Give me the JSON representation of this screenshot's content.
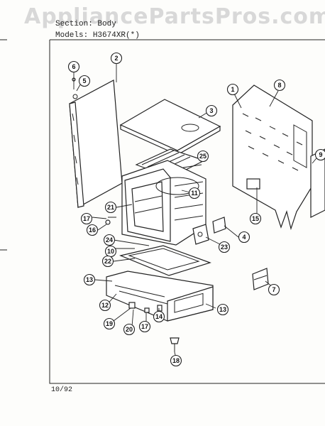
{
  "watermark": "AppliancePartsPros.com",
  "header": {
    "section_label": "Section:",
    "section_value": "Body",
    "models_label": "Models:",
    "models_value": "H3674XR(*)"
  },
  "footer": {
    "date": "10/92"
  },
  "callouts": [
    {
      "id": "c1",
      "label": "1"
    },
    {
      "id": "c2",
      "label": "2"
    },
    {
      "id": "c3",
      "label": "3"
    },
    {
      "id": "c4",
      "label": "4"
    },
    {
      "id": "c5",
      "label": "5"
    },
    {
      "id": "c6",
      "label": "6"
    },
    {
      "id": "c7",
      "label": "7"
    },
    {
      "id": "c8",
      "label": "8"
    },
    {
      "id": "c9",
      "label": "9"
    },
    {
      "id": "c10",
      "label": "10"
    },
    {
      "id": "c11",
      "label": "11"
    },
    {
      "id": "c12",
      "label": "12"
    },
    {
      "id": "c13a",
      "label": "13"
    },
    {
      "id": "c13b",
      "label": "13"
    },
    {
      "id": "c14",
      "label": "14"
    },
    {
      "id": "c15",
      "label": "15"
    },
    {
      "id": "c16",
      "label": "16"
    },
    {
      "id": "c17a",
      "label": "17"
    },
    {
      "id": "c17b",
      "label": "17"
    },
    {
      "id": "c18",
      "label": "18"
    },
    {
      "id": "c19",
      "label": "19"
    },
    {
      "id": "c20",
      "label": "20"
    },
    {
      "id": "c21",
      "label": "21"
    },
    {
      "id": "c22",
      "label": "22"
    },
    {
      "id": "c23",
      "label": "23"
    },
    {
      "id": "c24",
      "label": "24"
    },
    {
      "id": "c25",
      "label": "25"
    }
  ]
}
